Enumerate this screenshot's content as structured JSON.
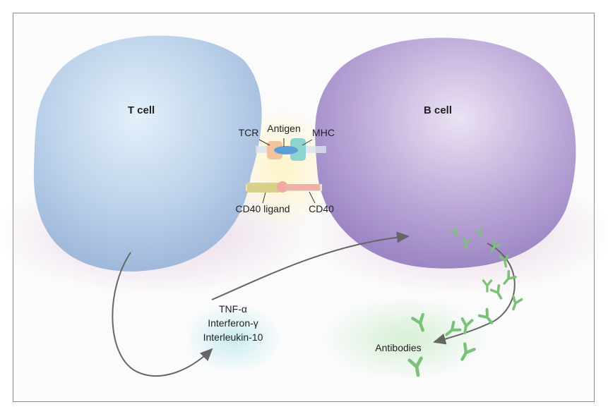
{
  "cells": {
    "t_cell": "T cell",
    "b_cell": "B cell"
  },
  "molecules": {
    "tcr": "TCR",
    "antigen": "Antigen",
    "mhc": "MHC",
    "cd40_ligand": "CD40 ligand",
    "cd40": "CD40"
  },
  "cytokines": [
    "TNF-α",
    "Interferon-γ",
    "Interleukin-10"
  ],
  "antibodies": "Antibodies",
  "colors": {
    "t_cell": "#b9cfe6",
    "b_cell": "#b6a3d3",
    "antibody": "#7cc07a",
    "arrow": "#666666"
  }
}
